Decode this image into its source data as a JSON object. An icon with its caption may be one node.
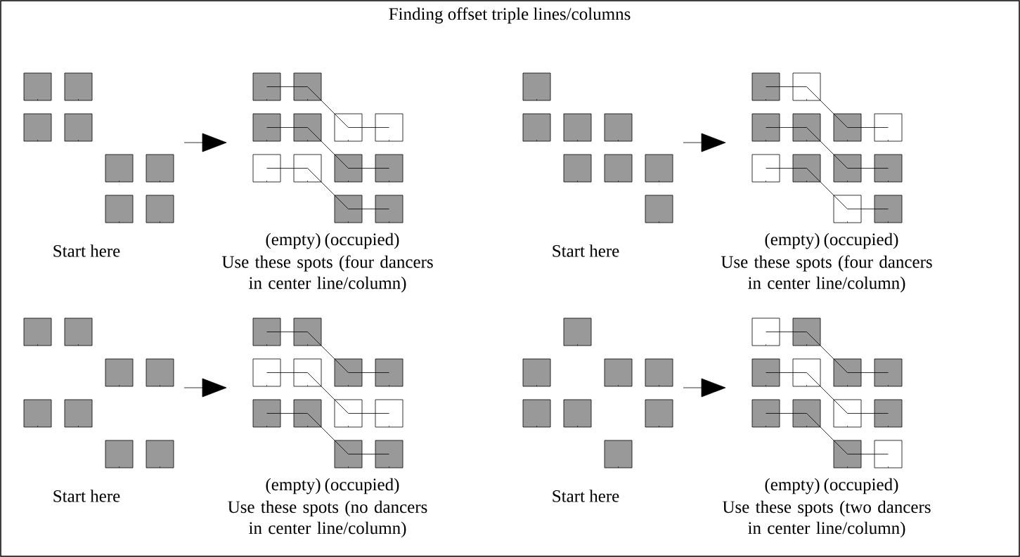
{
  "diagram": {
    "title": "Finding offset triple lines/columns",
    "nodes": [
      {
        "text": [],
        "shape": "box"
      },
      {
        "text": [],
        "shape": "box"
      },
      {
        "text": [],
        "shape": "box"
      },
      {
        "text": [],
        "shape": "box"
      },
      {
        "text": [],
        "shape": "box"
      },
      {
        "text": [],
        "shape": "box"
      },
      {
        "text": [],
        "shape": "box"
      },
      {
        "text": [],
        "shape": "box"
      },
      {
        "text": [],
        "shape": "box"
      },
      {
        "text": [],
        "shape": "box"
      },
      {
        "text": [],
        "shape": "box"
      },
      {
        "text": [],
        "shape": "box"
      },
      {
        "text": [],
        "shape": "box"
      },
      {
        "text": [],
        "shape": "box"
      },
      {
        "text": [],
        "shape": "box"
      },
      {
        "text": [],
        "shape": "box"
      },
      {
        "text": [],
        "shape": "box"
      },
      {
        "text": [],
        "shape": "box"
      },
      {
        "text": [],
        "shape": "box"
      },
      {
        "text": [],
        "shape": "box"
      },
      {
        "text": [],
        "shape": "box"
      },
      {
        "text": [],
        "shape": "box"
      },
      {
        "text": [],
        "shape": "box"
      },
      {
        "text": [],
        "shape": "box"
      },
      {
        "text": [],
        "shape": "box"
      },
      {
        "text": [],
        "shape": "box"
      },
      {
        "text": [],
        "shape": "box"
      },
      {
        "text": [],
        "shape": "box"
      },
      {
        "text": [],
        "shape": "box"
      },
      {
        "text": [],
        "shape": "box"
      },
      {
        "text": [],
        "shape": "box"
      },
      {
        "text": [],
        "shape": "box"
      },
      {
        "text": [],
        "shape": "box"
      },
      {
        "text": [],
        "shape": "box"
      },
      {
        "text": [],
        "shape": "box"
      },
      {
        "text": [],
        "shape": "box"
      },
      {
        "text": [],
        "shape": "box"
      },
      {
        "text": [],
        "shape": "box"
      },
      {
        "text": [],
        "shape": "box"
      },
      {
        "text": [],
        "shape": "box"
      },
      {
        "text": [],
        "shape": "box"
      },
      {
        "text": [],
        "shape": "box"
      },
      {
        "text": [],
        "shape": "box"
      },
      {
        "text": [],
        "shape": "box"
      },
      {
        "text": [],
        "shape": "box"
      },
      {
        "text": [],
        "shape": "box"
      },
      {
        "text": [],
        "shape": "box"
      },
      {
        "text": [],
        "shape": "box"
      },
      {
        "text": [],
        "shape": "box"
      },
      {
        "text": [],
        "shape": "box"
      },
      {
        "text": [],
        "shape": "box"
      },
      {
        "text": [],
        "shape": "box"
      },
      {
        "text": [],
        "shape": "box"
      },
      {
        "text": [],
        "shape": "box"
      },
      {
        "text": [],
        "shape": "box"
      },
      {
        "text": [],
        "shape": "box"
      },
      {
        "text": [],
        "shape": "box"
      },
      {
        "text": [],
        "shape": "box"
      },
      {
        "text": [],
        "shape": "box"
      },
      {
        "text": [],
        "shape": "box"
      },
      {
        "text": [],
        "shape": "box"
      },
      {
        "text": [],
        "shape": "box"
      },
      {
        "text": [],
        "shape": "box"
      },
      {
        "text": [],
        "shape": "box"
      },
      {
        "text": [],
        "shape": "box"
      },
      {
        "text": [],
        "shape": "box"
      },
      {
        "text": [],
        "shape": "box"
      },
      {
        "text": [],
        "shape": "box"
      },
      {
        "text": [],
        "shape": "box"
      },
      {
        "text": [],
        "shape": "box"
      },
      {
        "text": [],
        "shape": "box"
      },
      {
        "text": [],
        "shape": "box"
      },
      {
        "text": [],
        "shape": "box"
      },
      {
        "text": [],
        "shape": "box"
      },
      {
        "text": [],
        "shape": "box"
      },
      {
        "text": [],
        "shape": "box"
      },
      {
        "text": [],
        "shape": "box"
      },
      {
        "text": [],
        "shape": "box"
      },
      {
        "text": [],
        "shape": "box"
      },
      {
        "text": [],
        "shape": "box"
      }
    ],
    "edges": [
      {
        "from": 8,
        "to": 9,
        "arrow": "none"
      },
      {
        "from": 9,
        "to": 12,
        "arrow": "none"
      },
      {
        "from": 12,
        "to": 13,
        "arrow": "none"
      },
      {
        "from": 10,
        "to": 11,
        "arrow": "none"
      },
      {
        "from": 11,
        "to": 16,
        "arrow": "none"
      },
      {
        "from": 16,
        "to": 17,
        "arrow": "none"
      },
      {
        "from": 14,
        "to": 15,
        "arrow": "none"
      },
      {
        "from": 15,
        "to": 18,
        "arrow": "none"
      },
      {
        "from": 18,
        "to": 19,
        "arrow": "none"
      },
      {
        "from": 28,
        "to": 29,
        "arrow": "none"
      },
      {
        "from": 29,
        "to": 32,
        "arrow": "none"
      },
      {
        "from": 32,
        "to": 33,
        "arrow": "none"
      },
      {
        "from": 30,
        "to": 31,
        "arrow": "none"
      },
      {
        "from": 31,
        "to": 36,
        "arrow": "none"
      },
      {
        "from": 36,
        "to": 37,
        "arrow": "none"
      },
      {
        "from": 34,
        "to": 35,
        "arrow": "none"
      },
      {
        "from": 35,
        "to": 38,
        "arrow": "none"
      },
      {
        "from": 38,
        "to": 39,
        "arrow": "none"
      },
      {
        "from": 48,
        "to": 49,
        "arrow": "none"
      },
      {
        "from": 49,
        "to": 52,
        "arrow": "none"
      },
      {
        "from": 52,
        "to": 53,
        "arrow": "none"
      },
      {
        "from": 50,
        "to": 51,
        "arrow": "none"
      },
      {
        "from": 51,
        "to": 56,
        "arrow": "none"
      },
      {
        "from": 56,
        "to": 57,
        "arrow": "none"
      },
      {
        "from": 54,
        "to": 55,
        "arrow": "none"
      },
      {
        "from": 55,
        "to": 58,
        "arrow": "none"
      },
      {
        "from": 58,
        "to": 59,
        "arrow": "none"
      },
      {
        "from": 68,
        "to": 69,
        "arrow": "none"
      },
      {
        "from": 69,
        "to": 72,
        "arrow": "none"
      },
      {
        "from": 72,
        "to": 73,
        "arrow": "none"
      },
      {
        "from": 70,
        "to": 71,
        "arrow": "none"
      },
      {
        "from": 71,
        "to": 76,
        "arrow": "none"
      },
      {
        "from": 76,
        "to": 77,
        "arrow": "none"
      },
      {
        "from": 74,
        "to": 75,
        "arrow": "none"
      },
      {
        "from": 75,
        "to": 78,
        "arrow": "none"
      },
      {
        "from": 78,
        "to": 79,
        "arrow": "none"
      }
    ],
    "labels": [
      "Start here",
      "(empty)",
      "(occupied)",
      "Use these spots (four dancers in center line/column)",
      "Start here",
      "(empty)",
      "(occupied)",
      "Use these spots (four dancers in center line/column)",
      "Start here",
      "(empty)",
      "(occupied)",
      "Use these spots (no dancers in center line/column)",
      "Start here",
      "(empty)",
      "(occupied)",
      "Use these spots (two dancers in center line/column)"
    ]
  }
}
